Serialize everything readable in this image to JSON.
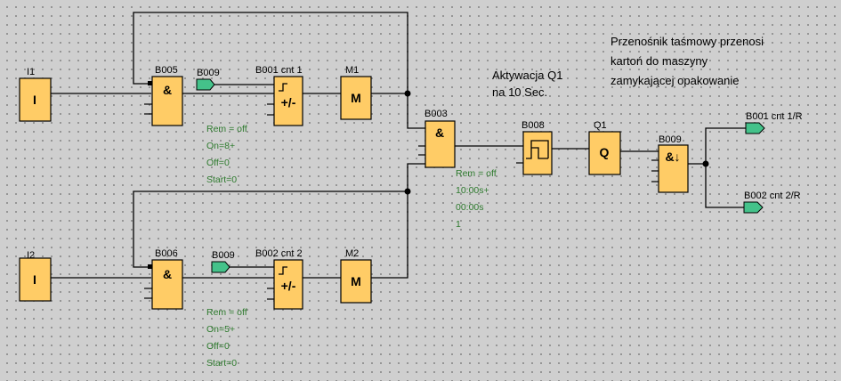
{
  "blocks": {
    "i1": {
      "label": "I1",
      "symbol": "I"
    },
    "i2": {
      "label": "I2",
      "symbol": "I"
    },
    "b005": {
      "label": "B005",
      "symbol": "&"
    },
    "b006": {
      "label": "B006",
      "symbol": "&"
    },
    "b001": {
      "label": "B001 cnt 1",
      "symbol": "+/-",
      "params": [
        "Rem = off",
        "On=8+",
        "Off=0",
        "Start=0"
      ]
    },
    "b002": {
      "label": "B002 cnt 2",
      "symbol": "+/-",
      "params": [
        "Rem = off",
        "On=5+",
        "Off=0",
        "Start=0"
      ]
    },
    "m1": {
      "label": "M1",
      "symbol": "M"
    },
    "m2": {
      "label": "M2",
      "symbol": "M"
    },
    "b003": {
      "label": "B003",
      "symbol": "&"
    },
    "b008": {
      "label": "B008",
      "params": [
        "Rem = off",
        "10:00s+",
        "00:00s",
        "1"
      ]
    },
    "q1": {
      "label": "Q1",
      "symbol": "Q"
    },
    "b009": {
      "label": "B009",
      "symbol": "&↓"
    }
  },
  "connectors": {
    "top_in": "B009",
    "bottom_in": "B009",
    "out1": "B001 cnt 1/R",
    "out2": "B002 cnt 2/R"
  },
  "notes": {
    "activation": [
      "Aktywacja Q1",
      "na 10 Sec."
    ],
    "description": [
      "Przenośnik taśmowy przenosi",
      "kartoń do maszyny",
      "zamykającej opakowanie"
    ]
  },
  "colors": {
    "block_fill": "#ffcc66",
    "connector_fill": "#44c28a",
    "param_text": "#2d7a2d",
    "background": "#cfcfcf"
  }
}
